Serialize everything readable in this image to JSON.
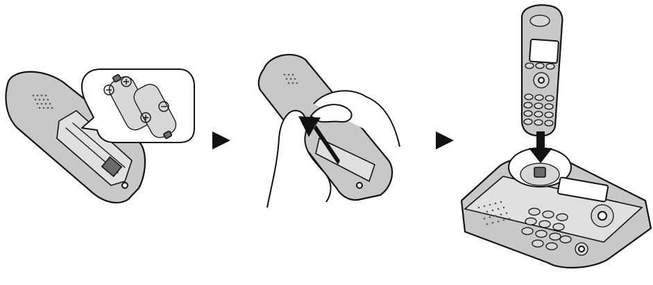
{
  "figure": {
    "battery_labels": [
      "⊕",
      "⊖",
      "⊕",
      "⊖"
    ],
    "steps": [
      {
        "icon": "battery-insert"
      },
      {
        "icon": "slide-cover"
      },
      {
        "icon": "place-on-base"
      }
    ],
    "arrows": [
      {
        "icon": "play-arrow-icon"
      },
      {
        "icon": "play-arrow-icon"
      }
    ],
    "colors": {
      "fill": "#c8c8c8",
      "line": "#111111",
      "background": "#ffffff"
    }
  }
}
